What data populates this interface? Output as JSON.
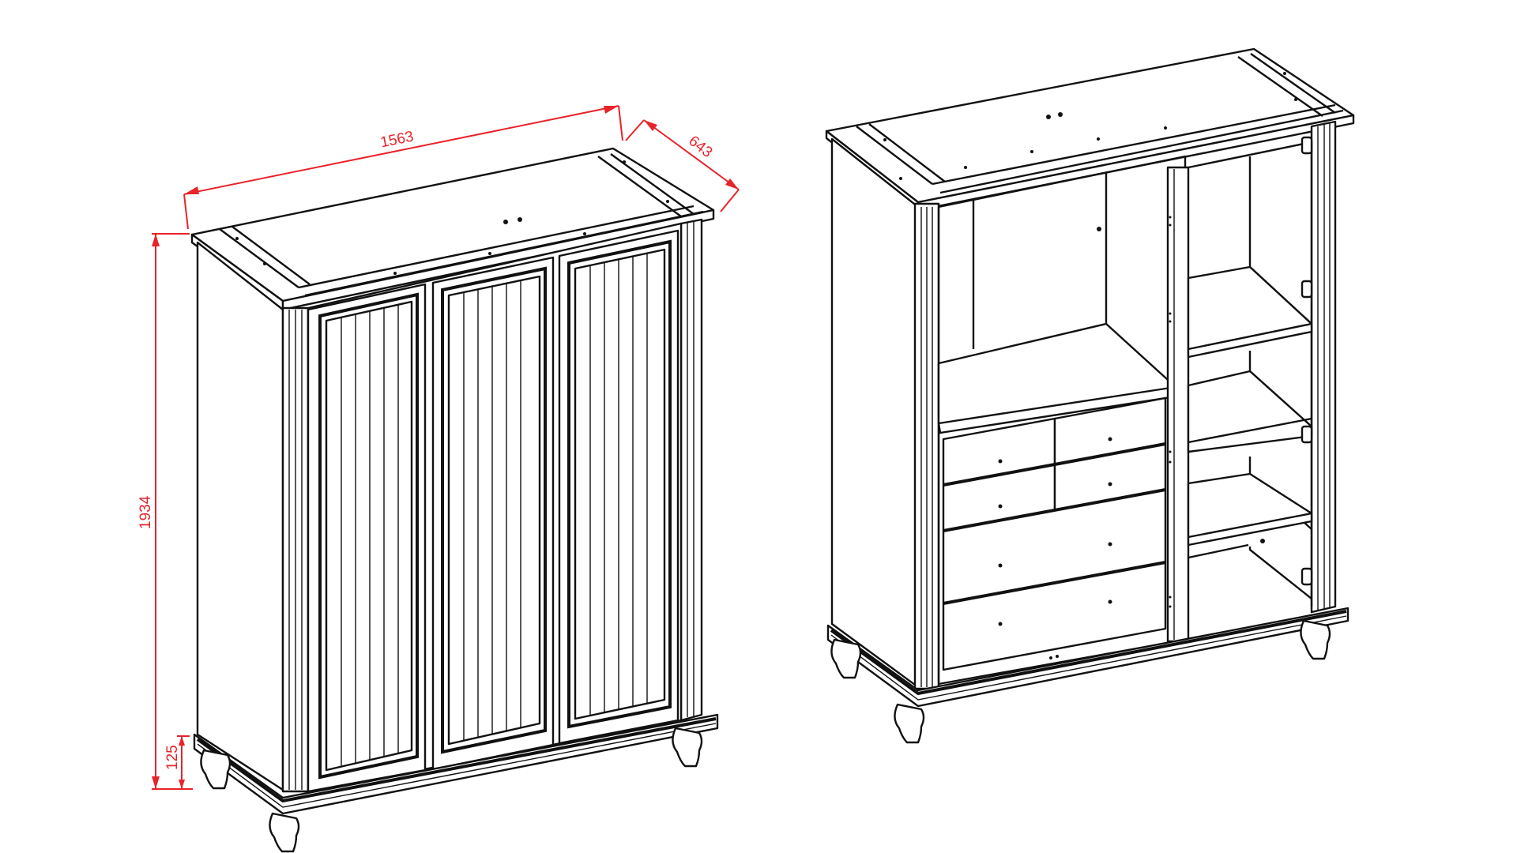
{
  "diagram": {
    "title": "Wardrobe technical drawing",
    "views": [
      {
        "id": "closed-view",
        "description": "Three-door wardrobe, doors closed, isometric"
      },
      {
        "id": "open-view",
        "description": "Wardrobe open: left compartment with shelf and 6 drawers, right compartment with 4 shelves, door hinges"
      }
    ],
    "dimensions": {
      "width": {
        "label": "1563",
        "unit": "mm"
      },
      "depth": {
        "label": "643",
        "unit": "mm"
      },
      "height": {
        "label": "1934",
        "unit": "mm"
      },
      "leg_height": {
        "label": "125",
        "unit": "mm"
      }
    },
    "colors": {
      "dimension_lines": "#e8232a",
      "outline": "#111111",
      "background": "#ffffff"
    },
    "open_view_parts": {
      "drawers_small": 4,
      "drawers_large": 2,
      "right_shelves": 3,
      "hinges": 4
    }
  }
}
